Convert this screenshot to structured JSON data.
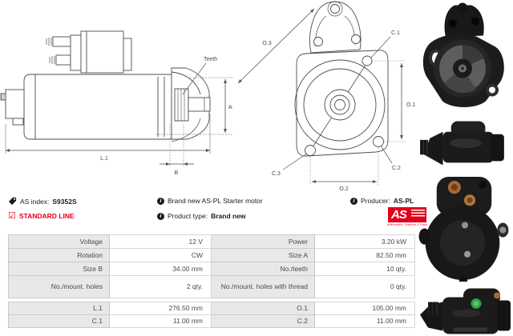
{
  "header": {
    "as_index_label": "AS index:",
    "as_index_value": "S9352S",
    "standard_line_label": "STANDARD LINE",
    "description": "Brand new AS-PL Starter motor",
    "product_type_label": "Product type:",
    "product_type_value": "Brand new",
    "producer_label": "Producer:",
    "producer_value": "AS-PL",
    "accent_red": "#e2001a",
    "icons": {
      "info_glyph": "i",
      "checkbox_glyph": "☑"
    },
    "logo": {
      "text": "AS",
      "tagline": "Alternators, Starters & Parts"
    }
  },
  "drawing_side": {
    "labels": {
      "teeth": "Teeth",
      "dim_a": "A",
      "dim_l1": "L.1",
      "dim_b": "B"
    }
  },
  "drawing_front": {
    "labels": {
      "dim_o3": "O.3",
      "dim_c1": "C.1",
      "dim_o1": "O.1",
      "dim_c3": "C.3",
      "dim_c2": "C.2",
      "dim_o2": "O.2"
    }
  },
  "spec_table": {
    "group1": [
      {
        "left_label": "Voltage",
        "left_value": "12 V",
        "right_label": "Power",
        "right_value": "3.20 kW"
      },
      {
        "left_label": "Rotation",
        "left_value": "CW",
        "right_label": "Size A",
        "right_value": "82.50 mm"
      },
      {
        "left_label": "Size B",
        "left_value": "34.00 mm",
        "right_label": "No./teeth",
        "right_value": "10 qty."
      },
      {
        "left_label": "No./mount. holes",
        "left_value": "2 qty.",
        "right_label": "No./mount. holes with thread",
        "right_value": "0 qty."
      }
    ],
    "group2": [
      {
        "left_label": "L.1",
        "left_value": "276.50 mm",
        "right_label": "O.1",
        "right_value": "105.00 mm"
      },
      {
        "left_label": "C.1",
        "left_value": "11.00 mm",
        "right_label": "C.2",
        "right_value": "11.00 mm"
      }
    ]
  }
}
